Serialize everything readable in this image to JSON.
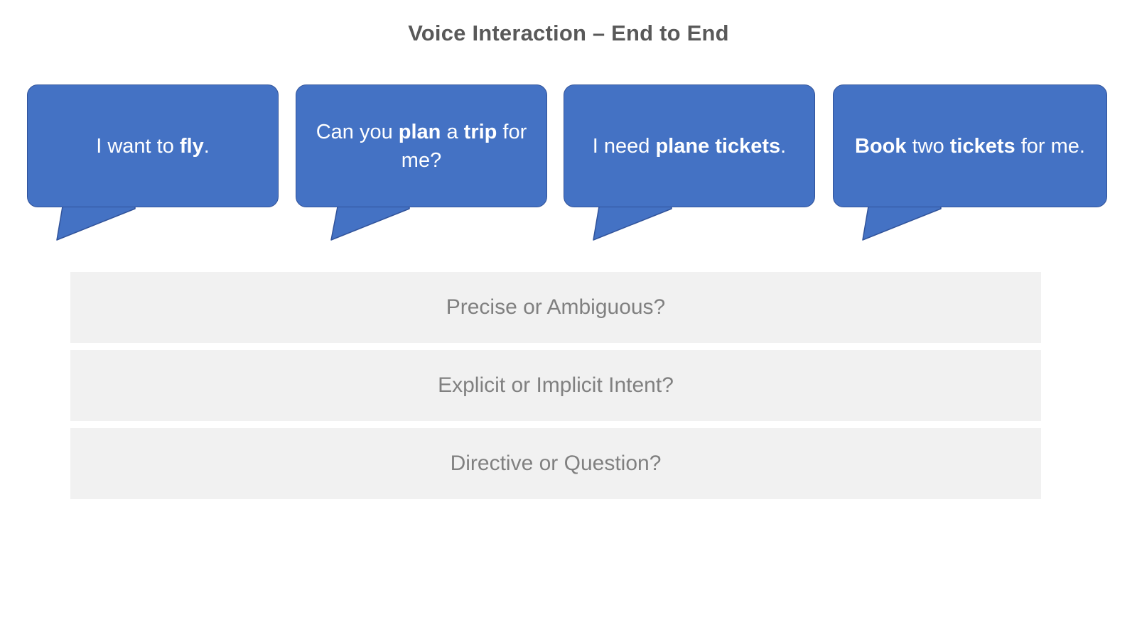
{
  "slide": {
    "title": "Voice Interaction – End to End",
    "background_color": "#FFFFFF",
    "title_color": "#595959"
  },
  "theme": {
    "bubble_fill": "#4472C4",
    "bubble_stroke": "#31539A",
    "bubble_text_color": "#FFFFFF",
    "bar_fill": "#F1F1F1",
    "bar_text_color": "#808080"
  },
  "utterances": [
    {
      "id": "utterance-1",
      "plain_text": "I want to fly.",
      "segments": [
        {
          "text": "I want to ",
          "bold": false
        },
        {
          "text": "fly",
          "bold": true
        },
        {
          "text": ".",
          "bold": false
        }
      ],
      "emphasis": [
        "fly"
      ]
    },
    {
      "id": "utterance-2",
      "plain_text": "Can you plan a trip for me?",
      "segments": [
        {
          "text": "Can you ",
          "bold": false
        },
        {
          "text": "plan",
          "bold": true
        },
        {
          "text": " a ",
          "bold": false
        },
        {
          "text": "trip",
          "bold": true
        },
        {
          "text": " for me?",
          "bold": false
        }
      ],
      "emphasis": [
        "plan",
        "trip"
      ]
    },
    {
      "id": "utterance-3",
      "plain_text": "I need plane tickets.",
      "segments": [
        {
          "text": "I need ",
          "bold": false
        },
        {
          "text": "plane tickets",
          "bold": true
        },
        {
          "text": ".",
          "bold": false
        }
      ],
      "emphasis": [
        "plane tickets"
      ]
    },
    {
      "id": "utterance-4",
      "plain_text": "Book two tickets for me.",
      "segments": [
        {
          "text": "Book",
          "bold": true
        },
        {
          "text": " two ",
          "bold": false
        },
        {
          "text": "tickets",
          "bold": true
        },
        {
          "text": " for me.",
          "bold": false
        }
      ],
      "emphasis": [
        "Book",
        "tickets"
      ]
    }
  ],
  "questions": [
    {
      "id": "question-1",
      "label": "Precise or Ambiguous?"
    },
    {
      "id": "question-2",
      "label": "Explicit or Implicit Intent?"
    },
    {
      "id": "question-3",
      "label": "Directive or Question?"
    }
  ]
}
